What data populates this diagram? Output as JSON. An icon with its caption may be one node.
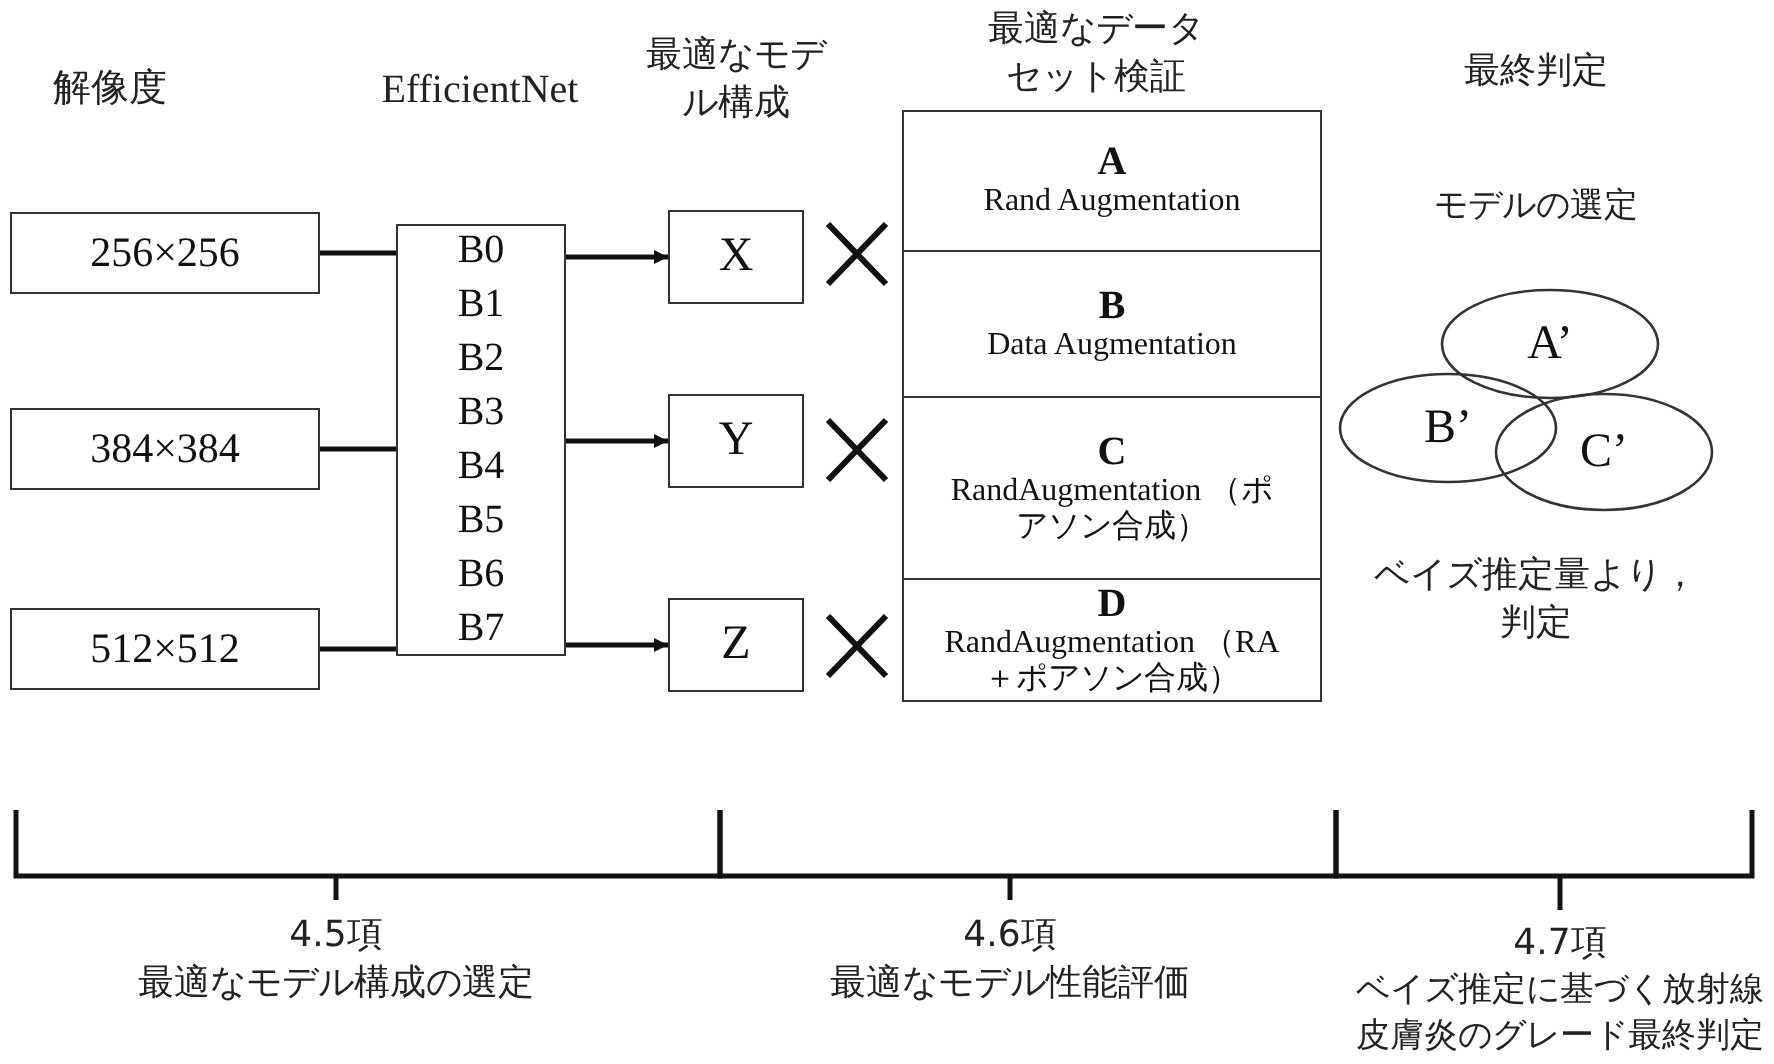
{
  "diagram": {
    "nodes": [
      {
        "text": [
          "256×256"
        ]
      },
      {
        "text": [
          "384×384"
        ]
      },
      {
        "text": [
          "512×512"
        ]
      },
      {
        "text": [
          "B0 B1 B2 B3 B4 B5 B6 B7"
        ]
      },
      {
        "text": [
          "X"
        ]
      },
      {
        "text": [
          "Y"
        ]
      },
      {
        "text": [
          "Z"
        ]
      },
      {
        "text": [
          "A",
          "Rand Augmentation"
        ]
      },
      {
        "text": [
          "B",
          "Data Augmentation"
        ]
      },
      {
        "text": [
          "C",
          "RandAugmentation （ポアソン合成）"
        ]
      },
      {
        "text": [
          "D",
          "RandAugmentation （RA＋ポアソン合成）"
        ]
      },
      {
        "text": [
          "A’"
        ]
      },
      {
        "text": [
          "B’"
        ]
      },
      {
        "text": [
          "C’"
        ]
      }
    ],
    "edges": [
      {
        "from": 0,
        "to": 3,
        "arrow": "none"
      },
      {
        "from": 1,
        "to": 3,
        "arrow": "none"
      },
      {
        "from": 2,
        "to": 3,
        "arrow": "none"
      },
      {
        "from": 3,
        "to": 4,
        "arrow": "to"
      },
      {
        "from": 3,
        "to": 5,
        "arrow": "to"
      },
      {
        "from": 3,
        "to": 6,
        "arrow": "to"
      }
    ],
    "labels": [
      "解像度",
      "EfficientNet",
      "最適なモデル構成",
      "最適なデータセット検証",
      "最終判定",
      "モデルの選定",
      "ベイズ推定量より，判定",
      "4.5項",
      "最適なモデル構成の選定",
      "4.6項",
      "最適なモデル性能評価",
      "4.7項",
      "ベイズ推定に基づく放射線皮膚炎のグレード最終判定"
    ]
  }
}
